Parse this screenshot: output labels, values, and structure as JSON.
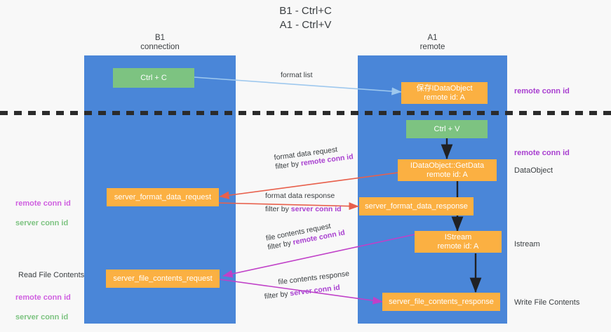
{
  "diagram": {
    "title": "B1 - Ctrl+C\nA1 - Ctrl+V",
    "colors": {
      "lane": "#4a86d8",
      "green_box": "#7dc381",
      "orange_box": "#fbb042",
      "accent_purple": "#a83fd0",
      "accent_green": "#7dc381",
      "arrow_blue": "#9ec8ee",
      "arrow_red": "#e8604c",
      "arrow_magenta": "#c040c8",
      "arrow_black": "#202124",
      "divider": "#2b2b2b",
      "background": "#f8f8f8"
    },
    "columns": [
      {
        "name": "left",
        "header": "B1\nconnection"
      },
      {
        "name": "right",
        "header": "A1\nremote"
      }
    ],
    "boxes": [
      {
        "id": "ctrl-c",
        "text": "Ctrl + C",
        "style": "green"
      },
      {
        "id": "save-idataobject",
        "text": "保存IDataObject\nremote id: A",
        "style": "orange"
      },
      {
        "id": "ctrl-v",
        "text": "Ctrl + V",
        "style": "green"
      },
      {
        "id": "idataobject-getdata",
        "text": "IDataObject::GetData\nremote id: A",
        "style": "orange"
      },
      {
        "id": "server-format-data-request",
        "text": "server_format_data_request",
        "style": "orange"
      },
      {
        "id": "server-format-data-response",
        "text": "server_format_data_response",
        "style": "orange"
      },
      {
        "id": "istream",
        "text": "IStream\nremote id: A",
        "style": "orange"
      },
      {
        "id": "server-file-contents-request",
        "text": "server_file_contents_request",
        "style": "orange"
      },
      {
        "id": "server-file-contents-response",
        "text": "server_file_contents_response",
        "style": "orange"
      }
    ],
    "arrow_labels": [
      {
        "id": "format-list",
        "line1": "format list",
        "line2": "",
        "highlight": ""
      },
      {
        "id": "format-data-request",
        "line1": "format data request",
        "line2": "filter by ",
        "highlight": "remote conn id"
      },
      {
        "id": "format-data-response",
        "line1": "format data response",
        "line2": "filter by ",
        "highlight": "server conn id"
      },
      {
        "id": "file-contents-request",
        "line1": "file contents request",
        "line2": "filter by ",
        "highlight": "remote conn id"
      },
      {
        "id": "file-contents-response",
        "line1": "file contents response",
        "line2": "filter by ",
        "highlight": "server conn id"
      }
    ],
    "side_labels": {
      "right_top_remote_conn_id": "remote conn id",
      "right_mid_remote_conn_id": "remote conn id",
      "right_dataobject": "DataObject",
      "right_istream": "Istream",
      "right_write_file_contents": "Write File Contents",
      "left_conn_ids_top": {
        "remote": "remote conn id",
        "server": "server conn id"
      },
      "left_read_file_contents": "Read File Contents",
      "left_conn_ids_bottom": {
        "remote": "remote conn id",
        "server": "server conn id"
      }
    }
  }
}
